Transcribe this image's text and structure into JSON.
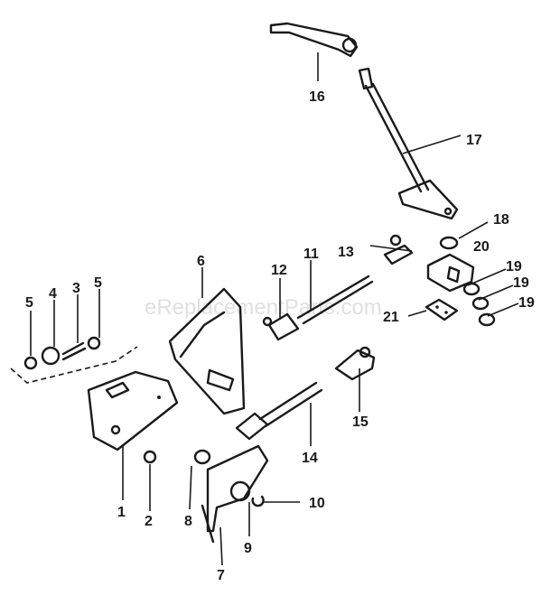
{
  "watermark": "eReplacementParts.com",
  "callouts": {
    "p1": "1",
    "p2": "2",
    "p3": "3",
    "p4": "4",
    "p5a": "5",
    "p5b": "5",
    "p6": "6",
    "p7": "7",
    "p8": "8",
    "p9": "9",
    "p10": "10",
    "p11": "11",
    "p12": "12",
    "p13": "13",
    "p14": "14",
    "p15": "15",
    "p16": "16",
    "p17": "17",
    "p18": "18",
    "p19a": "19",
    "p19b": "19",
    "p19c": "19",
    "p20": "20",
    "p21": "21"
  },
  "colors": {
    "ink": "#1a1a1a",
    "background": "#ffffff",
    "watermark": "#c8c8c8"
  }
}
